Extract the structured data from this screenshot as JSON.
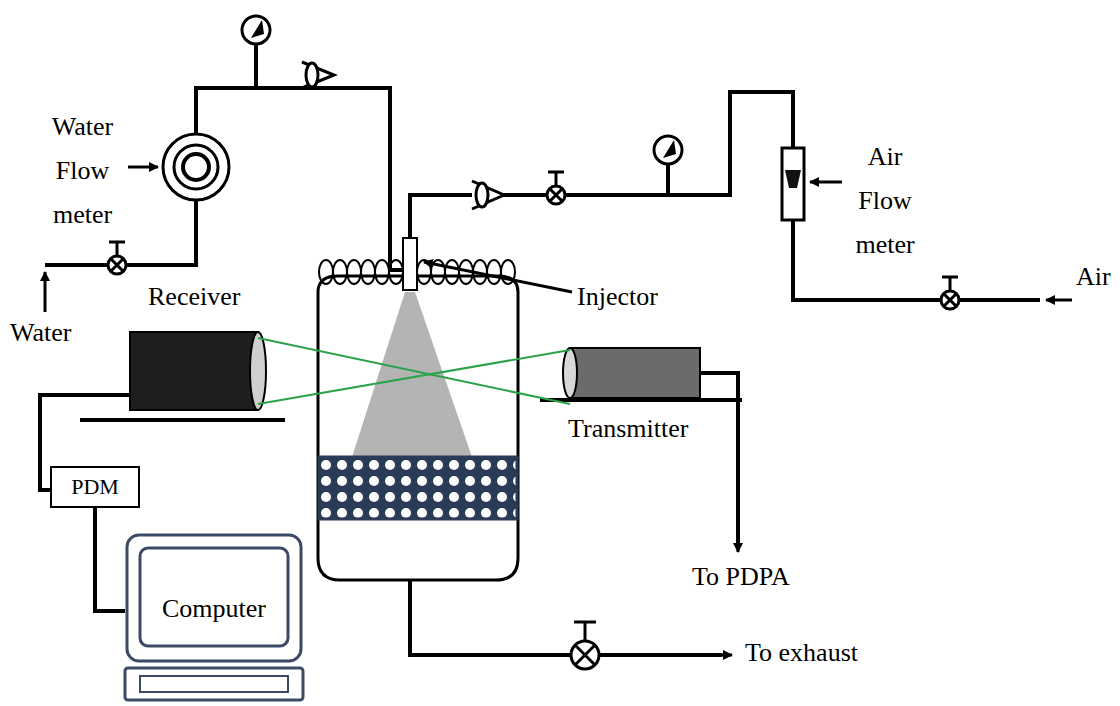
{
  "diagram": {
    "nodes": [
      {
        "text": [
          "PDM"
        ]
      },
      {
        "text": [
          "Computer"
        ]
      }
    ],
    "edges": [
      {
        "from": 0,
        "to": 1,
        "arrow": "none"
      }
    ],
    "labels": [
      "Water Flow meter",
      "Water",
      "Receiver",
      "Injector",
      "Air Flow meter",
      "Air",
      "Transmitter",
      "To PDPA",
      "To exhaust"
    ]
  }
}
